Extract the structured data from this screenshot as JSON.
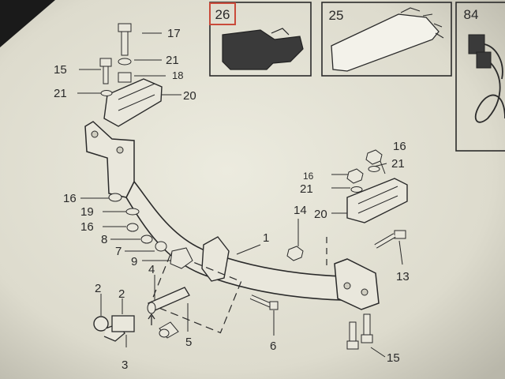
{
  "colors": {
    "paper": "#e4e2d5",
    "ink": "#2a2a2a",
    "highlight": "#c94a3a",
    "bezel": "#1a1a1a"
  },
  "inset_panels": [
    {
      "label": "26",
      "highlighted": true
    },
    {
      "label": "25",
      "highlighted": false
    },
    {
      "label": "84",
      "highlighted": false
    }
  ],
  "callouts": {
    "c17": "17",
    "c21a": "21",
    "c18": "18",
    "c15a": "15",
    "c21b": "21",
    "c20a": "20",
    "c16a": "16",
    "c19": "19",
    "c16b": "16",
    "c8": "8",
    "c7": "7",
    "c9": "9",
    "c4": "4",
    "c2a": "2",
    "c2b": "2",
    "c3": "3",
    "c5": "5",
    "c6": "6",
    "c1": "1",
    "c14": "14",
    "c16c": "16",
    "c21c": "21",
    "c16d": "16",
    "c21d": "21",
    "c20b": "20",
    "c13": "13",
    "c15b": "15"
  }
}
